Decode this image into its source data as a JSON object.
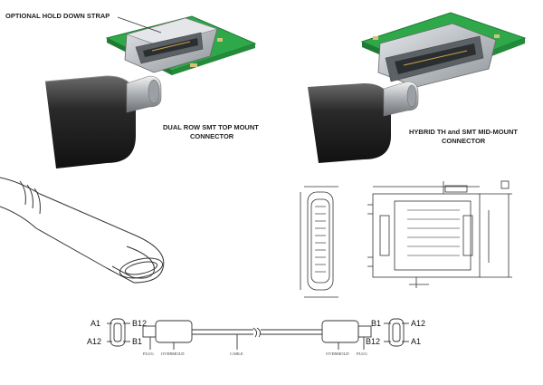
{
  "labels": {
    "strap": "OPTIONAL HOLD DOWN STRAP",
    "dual_row_1": "DUAL ROW SMT TOP MOUNT",
    "dual_row_2": "CONNECTOR",
    "hybrid_1": "HYBRID TH and SMT MID-MOUNT",
    "hybrid_2": "CONNECTOR"
  },
  "cable_diagram": {
    "left_pins": {
      "top_left": "A1",
      "top_right": "B12",
      "bottom_left": "A12",
      "bottom_right": "B1"
    },
    "right_pins": {
      "top_left": "B1",
      "top_right": "A12",
      "bottom_left": "B12",
      "bottom_right": "A1"
    },
    "parts": {
      "plug": "PLUG",
      "overmold": "OVERMOLD",
      "cable": "CABLE"
    }
  },
  "colors": {
    "pcb_green": "#2fa84a",
    "metal": "#c9cdd2",
    "cable_dark": "#2b2b2b",
    "line": "#333333"
  }
}
